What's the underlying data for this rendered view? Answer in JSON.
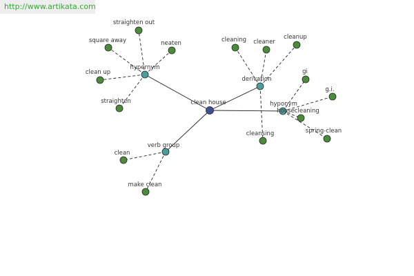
{
  "banner": {
    "url": "http://www.artikata.com"
  },
  "colors": {
    "center": "#3f4f93",
    "relation": "#4f9a9a",
    "leaf": "#4d8a3c",
    "banner_text": "#33aa33"
  },
  "graph": {
    "center": {
      "id": "center",
      "label": "clean house"
    },
    "relations": [
      {
        "id": "r_hypernym",
        "label": "hypernym"
      },
      {
        "id": "r_derivation",
        "label": "derivation"
      },
      {
        "id": "r_hyponym",
        "label": "hyponym"
      },
      {
        "id": "r_verbgroup",
        "label": "verb group"
      }
    ],
    "leaves": [
      {
        "id": "l_straighten_out",
        "label": "straighten out",
        "parent": "r_hypernym"
      },
      {
        "id": "l_square_away",
        "label": "square away",
        "parent": "r_hypernym"
      },
      {
        "id": "l_neaten",
        "label": "neaten",
        "parent": "r_hypernym"
      },
      {
        "id": "l_clean_up_1",
        "label": "clean up",
        "parent": "r_hypernym"
      },
      {
        "id": "l_straighten",
        "label": "straighten",
        "parent": "r_hypernym"
      },
      {
        "id": "l_cleaning",
        "label": "cleaning",
        "parent": "r_derivation"
      },
      {
        "id": "l_cleaner",
        "label": "cleaner",
        "parent": "r_derivation"
      },
      {
        "id": "l_cleanup",
        "label": "cleanup",
        "parent": "r_derivation"
      },
      {
        "id": "l_cleansing",
        "label": "cleansing",
        "parent": "r_derivation"
      },
      {
        "id": "l_gi_1",
        "label": "gi",
        "parent": "r_hyponym"
      },
      {
        "id": "l_gi_2",
        "label": "g.i.",
        "parent": "r_hyponym"
      },
      {
        "id": "l_housecleaning",
        "label": "housecleaning",
        "parent": "r_hyponym"
      },
      {
        "id": "l_spring_clean",
        "label": "spring-clean",
        "parent": "r_hyponym"
      },
      {
        "id": "l_clean",
        "label": "clean",
        "parent": "r_verbgroup"
      },
      {
        "id": "l_make_clean",
        "label": "make clean",
        "parent": "r_verbgroup"
      }
    ]
  }
}
